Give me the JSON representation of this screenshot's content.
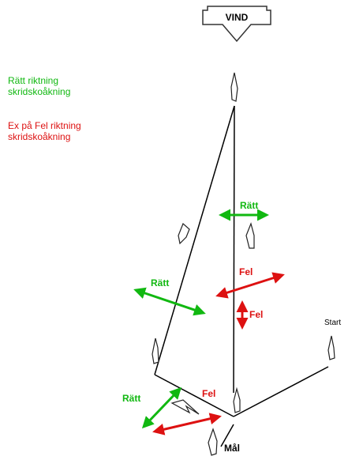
{
  "wind_label": "VIND",
  "legend": {
    "correct": [
      "Rätt riktning",
      "skridskoåkning"
    ],
    "wrong": [
      "Ex på Fel riktning",
      "skridskoåkning"
    ]
  },
  "labels": {
    "ratt_top": "Rätt",
    "ratt_left": "Rätt",
    "ratt_bottom": "Rätt",
    "fel_mid": "Fel",
    "fel_updown": "Fel",
    "fel_bottom": "Fel",
    "start": "Start",
    "mal": "Mål"
  },
  "colors": {
    "correct": "#11b811",
    "wrong": "#dd1111",
    "line": "#000000"
  }
}
